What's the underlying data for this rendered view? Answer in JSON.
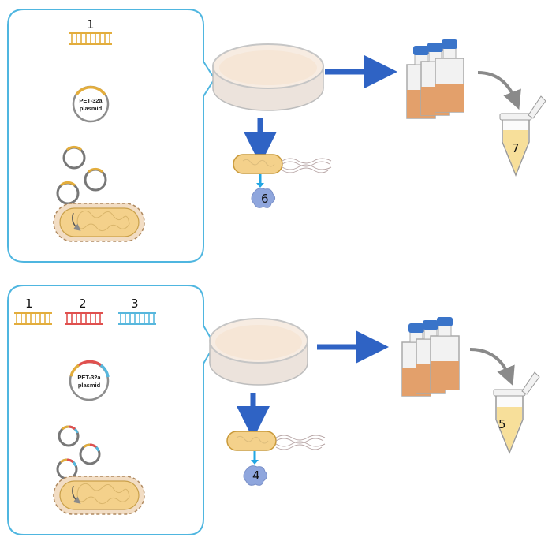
{
  "colors": {
    "panel_border": "#4fb6e0",
    "gene1": "#e3ad3c",
    "gene2": "#e0504e",
    "gene3": "#57b7dd",
    "arrow": "#2f63c4",
    "small_arrow": "#22a6e3",
    "petri_rim": "#c9c9c9",
    "petri_fill": "#f6e8d9",
    "medium": "#e3a06b",
    "cap": "#3a74c9",
    "bacterium": "#f4d18b",
    "protein": "#8fa6dd"
  },
  "top": {
    "gene_labels": [
      "1"
    ],
    "plasmid_label_line1": "PET-32a",
    "plasmid_label_line2": "plasmid",
    "protein_label": "6",
    "tube_label": "7"
  },
  "bottom": {
    "gene_labels": [
      "1",
      "2",
      "3"
    ],
    "plasmid_label_line1": "PET-32a",
    "plasmid_label_line2": "plasmid",
    "protein_label": "4",
    "tube_label": "5"
  }
}
